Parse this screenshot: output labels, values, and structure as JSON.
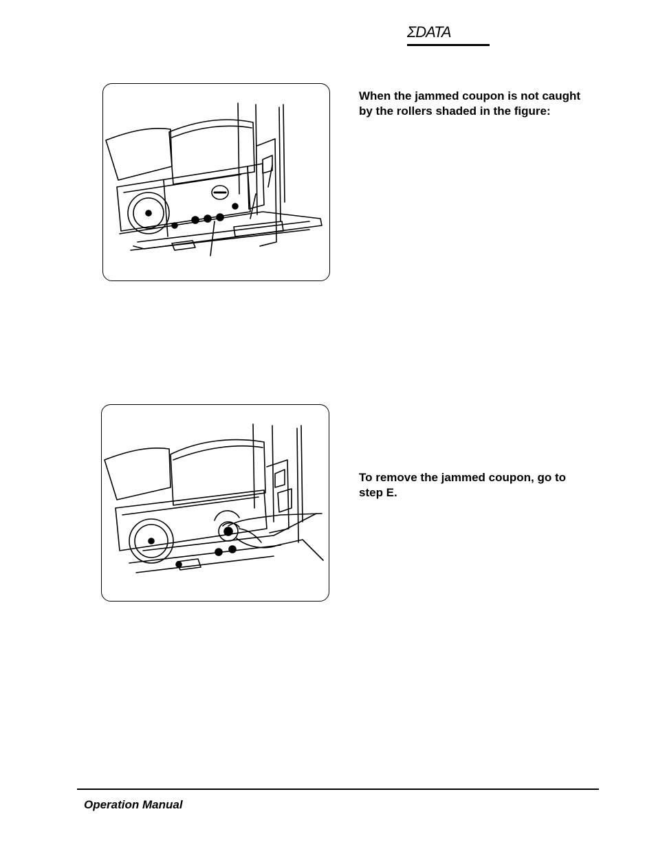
{
  "header": {
    "logo_text": "ΣDATA"
  },
  "steps": [
    {
      "figure_icon": "printer-rollers-illustration",
      "text": "When the jammed coupon is not caught by the rollers shaded in the figure:"
    },
    {
      "figure_icon": "hand-turning-knob-illustration",
      "text": "To remove the jammed coupon, go to step E."
    }
  ],
  "footer": {
    "label": "Operation Manual"
  }
}
